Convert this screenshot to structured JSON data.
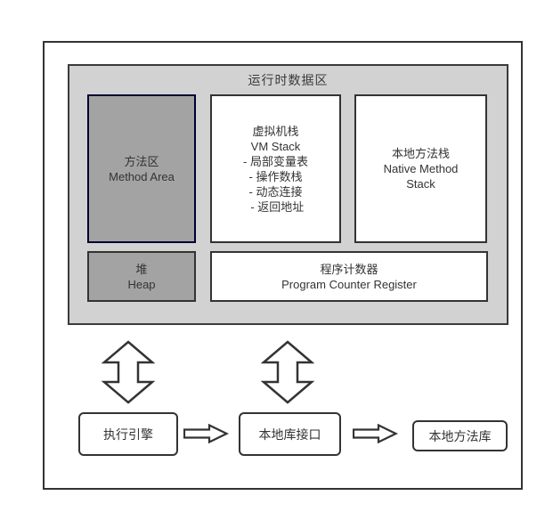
{
  "colors": {
    "frame_border": "#333333",
    "runtime_fill": "#d2d2d2",
    "block_gray_fill": "#a3a3a3",
    "method_area_border": "#000033",
    "text": "#333333",
    "arrow_stroke": "#333333",
    "arrow_fill": "#ffffff"
  },
  "runtime_area": {
    "title": "运行时数据区",
    "method_area": {
      "lines": [
        "方法区",
        "Method Area"
      ]
    },
    "vm_stack": {
      "lines": [
        "虚拟机栈",
        "VM Stack",
        "- 局部变量表",
        "- 操作数栈",
        "- 动态连接",
        " - 返回地址"
      ]
    },
    "native_method_stack": {
      "lines": [
        "本地方法栈",
        "Native Method",
        "Stack"
      ]
    },
    "heap": {
      "lines": [
        "堆",
        "Heap"
      ]
    },
    "program_counter": {
      "lines": [
        "程序计数器",
        "Program Counter Register"
      ]
    }
  },
  "execution_row": {
    "execution_engine": "执行引擎",
    "native_interface": "本地库接口",
    "native_libraries": "本地方法库"
  }
}
